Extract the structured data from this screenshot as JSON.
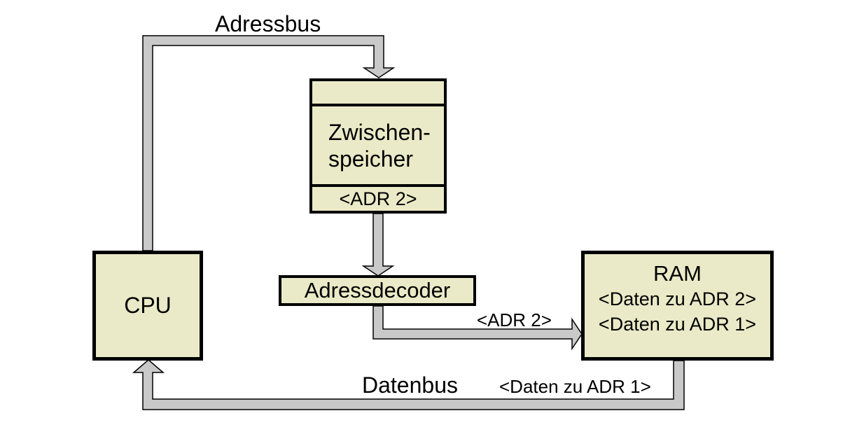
{
  "diagram": {
    "title": "CPU-RAM Adressierung (address bus / data bus schematic)",
    "colors": {
      "background": "#ffffff",
      "box_fill": "#eaeac8",
      "box_border": "#000000",
      "bus_fill": "#c9c9c9",
      "bus_outline": "#000000",
      "text": "#000000"
    },
    "nodes": {
      "cpu": {
        "label": "CPU"
      },
      "buffer": {
        "label_line1": "Zwischen-",
        "label_line2": "speicher",
        "slot_value": "<ADR 2>"
      },
      "decoder": {
        "label": "Adressdecoder"
      },
      "ram": {
        "title": "RAM",
        "row1": "<Daten zu ADR 2>",
        "row2": "<Daten zu ADR 1>"
      }
    },
    "bus_labels": {
      "adressbus": "Adressbus",
      "datenbus": "Datenbus",
      "adr2": "<ADR 2>",
      "daten_zu_adr1": "<Daten zu ADR 1>"
    },
    "buses": [
      {
        "name": "adressbus",
        "from": "cpu",
        "to": "buffer",
        "label": "Adressbus"
      },
      {
        "name": "buffer-to-decoder",
        "from": "buffer",
        "to": "decoder",
        "label": ""
      },
      {
        "name": "decoder-to-ram",
        "from": "decoder",
        "to": "ram",
        "label": "<ADR 2>"
      },
      {
        "name": "datenbus",
        "from": "ram",
        "to": "cpu",
        "label": "Datenbus <Daten zu ADR 1>"
      }
    ]
  }
}
